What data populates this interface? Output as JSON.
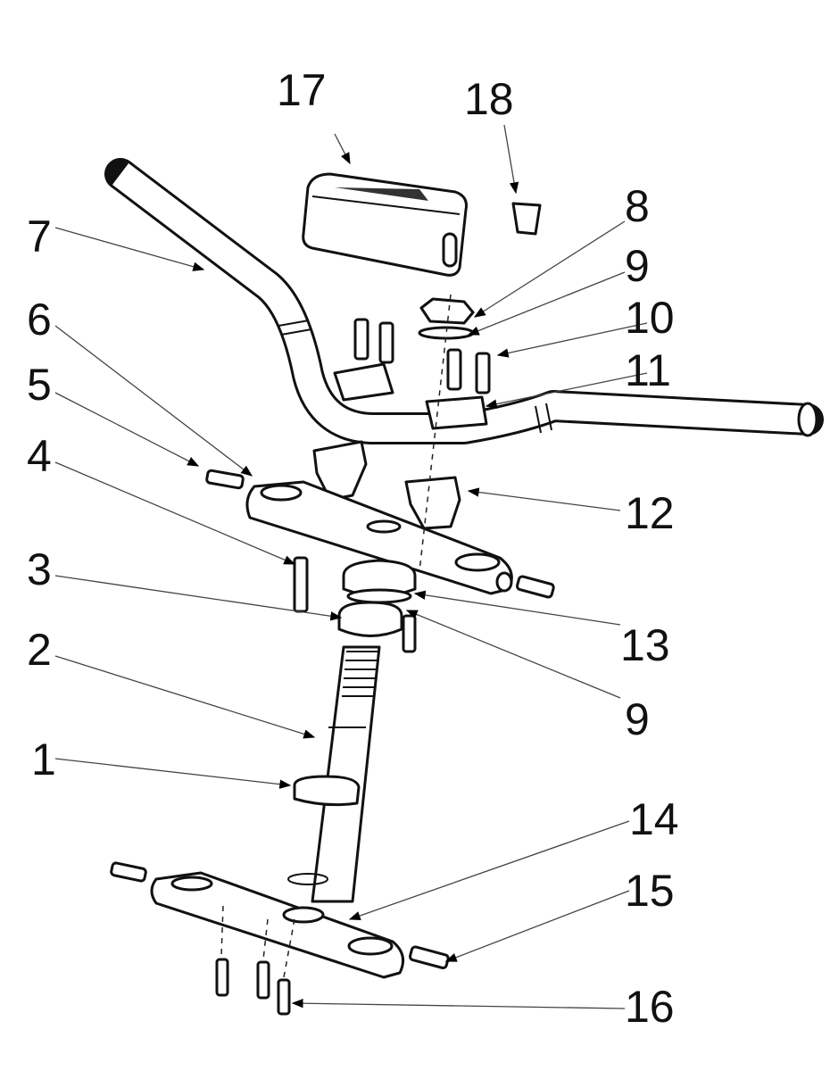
{
  "diagram": {
    "type": "exploded parts diagram - handlebar and triple clamp assembly",
    "callouts": [
      "1",
      "2",
      "3",
      "4",
      "5",
      "6",
      "7",
      "8",
      "9",
      "10",
      "11",
      "12",
      "13",
      "9",
      "14",
      "15",
      "16",
      "17",
      "18"
    ]
  }
}
